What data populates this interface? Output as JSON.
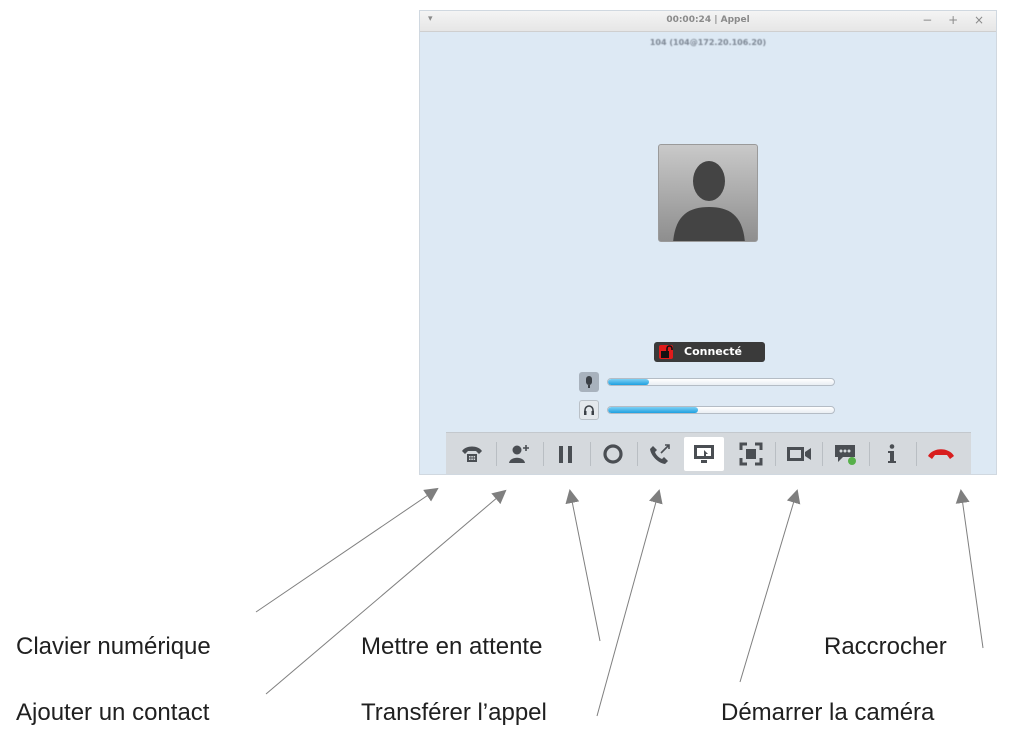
{
  "window": {
    "menu_glyph": "▾",
    "title": "00:00:24 | Appel",
    "controls": "− + ×",
    "callee": "104 (104@172.20.106.20)"
  },
  "avatar": {
    "icon": "person-silhouette-icon"
  },
  "status": {
    "label": "Connecté",
    "icon": "unlocked-padlock-icon",
    "icon_color": "#e01b1b"
  },
  "meters": [
    {
      "icon": "microphone-icon",
      "level": 0.18
    },
    {
      "icon": "headphones-icon",
      "level": 0.4
    }
  ],
  "toolbar": {
    "buttons": [
      {
        "icon": "dialpad-phone-icon"
      },
      {
        "icon": "add-contact-icon"
      },
      {
        "icon": "pause-icon"
      },
      {
        "icon": "record-icon"
      },
      {
        "icon": "transfer-call-icon"
      },
      {
        "icon": "screen-share-icon",
        "active": true
      },
      {
        "icon": "fullscreen-icon"
      },
      {
        "icon": "video-camera-icon"
      },
      {
        "icon": "chat-icon"
      },
      {
        "icon": "info-icon"
      },
      {
        "icon": "hang-up-icon",
        "color": "#d81e1e"
      }
    ]
  },
  "annotations": {
    "dialpad": "Clavier numérique",
    "add_contact": "Ajouter un contact",
    "hold": "Mettre en attente",
    "transfer": "Transférer l’appel",
    "hangup": "Raccrocher",
    "camera": "Démarrer la caméra"
  },
  "colors": {
    "window_bg": "#dde9f4",
    "accent": "#1ea0e0",
    "arrow": "#7f7f7f"
  }
}
